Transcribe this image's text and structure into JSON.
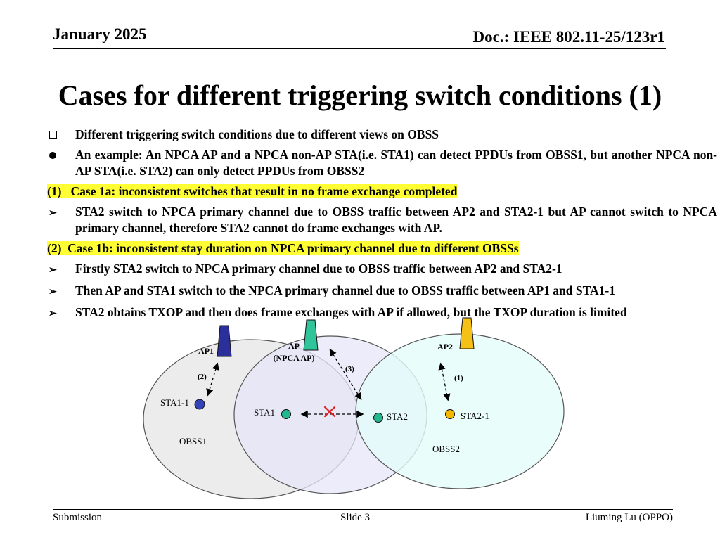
{
  "header": {
    "date": "January 2025",
    "doc": "Doc.: IEEE 802.11-25/123r1"
  },
  "title": "Cases for different triggering switch conditions (1)",
  "bullets": {
    "b1": "Different triggering switch conditions due to different views on OBSS",
    "b2": "An example: An NPCA AP and a NPCA non-AP STA(i.e. STA1) can detect PPDUs from OBSS1, but another NPCA non-AP STA(i.e. STA2) can only detect PPDUs from OBSS2",
    "case1": "(1)   Case 1a: inconsistent switches that result in no frame exchange completed",
    "c1a": "STA2 switch to NPCA primary channel due to OBSS traffic between AP2 and STA2-1 but AP cannot switch to NPCA primary channel,  therefore STA2 cannot do frame exchanges with AP.",
    "case2": "(2)  Case 1b: inconsistent stay duration on NPCA primary channel due to different OBSSs",
    "c2a": "Firstly STA2 switch to NPCA primary channel due to OBSS traffic between AP2 and STA2-1",
    "c2b": "Then AP and STA1 switch to the NPCA primary channel due to OBSS traffic between AP1 and STA1-1",
    "c2c": "STA2 obtains TXOP and then does frame exchanges with AP if allowed, but the TXOP duration is limited"
  },
  "diagram": {
    "ap1": "AP1",
    "ap": "AP",
    "ap_sub": "(NPCA AP)",
    "ap2": "AP2",
    "sta1_1": "STA1-1",
    "sta1": "STA1",
    "sta2": "STA2",
    "sta2_1": "STA2-1",
    "obss1": "OBSS1",
    "obss2": "OBSS2",
    "n1": "(1)",
    "n2": "(2)",
    "n3": "(3)",
    "colors": {
      "obss1_fill": "#ececec",
      "npca_fill": "#e6e6f8",
      "obss2_fill": "#e4fcfa",
      "ap1": "#2b2f99",
      "ap": "#2fc49a",
      "ap2": "#f5c116",
      "sta1_1": "#3344bb",
      "sta1": "#21b890",
      "sta2": "#21b890",
      "sta2_1": "#f5b800",
      "cross": "#e02020"
    }
  },
  "footer": {
    "left": "Submission",
    "center": "Slide 3",
    "right": "Liuming Lu (OPPO)"
  }
}
